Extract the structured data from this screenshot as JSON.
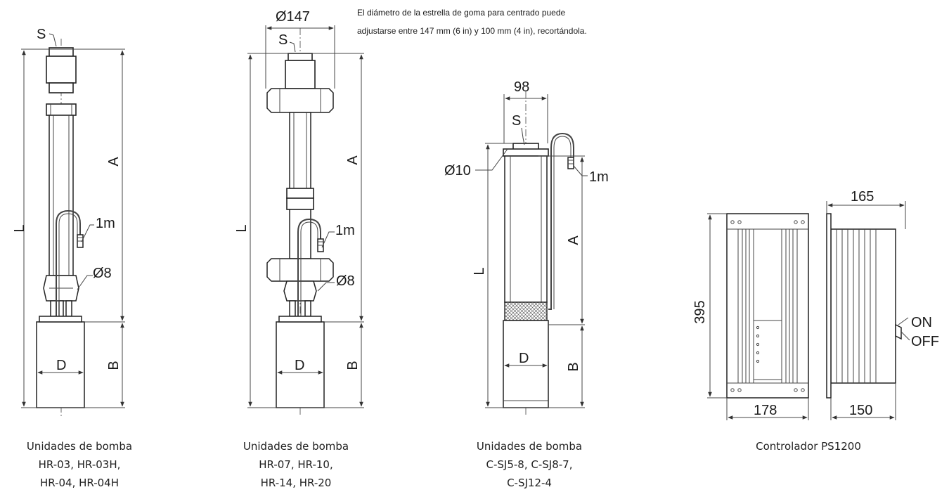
{
  "note": {
    "line1": "El diámetro de la estrella de goma para centrado puede",
    "line2": "adjustarse entre 147 mm (6 in) y 100 mm (4 in), recortándola."
  },
  "units": [
    {
      "labels": {
        "s": "S",
        "l": "L",
        "a": "A",
        "b": "B",
        "d": "D",
        "cable": "1m",
        "hole": "Ø8"
      },
      "caption": [
        "Unidades de bomba",
        "HR-03, HR-03H,",
        "HR-04, HR-04H"
      ]
    },
    {
      "labels": {
        "s": "S",
        "l": "L",
        "a": "A",
        "b": "B",
        "d": "D",
        "cable": "1m",
        "hole": "Ø8",
        "star": "Ø147"
      },
      "caption": [
        "Unidades de bomba",
        "HR-07, HR-10,",
        "HR-14, HR-20"
      ]
    },
    {
      "labels": {
        "s": "S",
        "l": "L",
        "a": "A",
        "b": "B",
        "d": "D",
        "cable": "1m",
        "hole": "Ø10",
        "top": "98"
      },
      "caption": [
        "Unidades de bomba",
        "C-SJ5-8, C-SJ8-7,",
        "C-SJ12-4"
      ]
    }
  ],
  "controller": {
    "height": "395",
    "front_width": "178",
    "depth_top": "165",
    "depth_bottom": "150",
    "switch_on": "ON",
    "switch_off": "OFF",
    "caption": "Controlador PS1200"
  }
}
